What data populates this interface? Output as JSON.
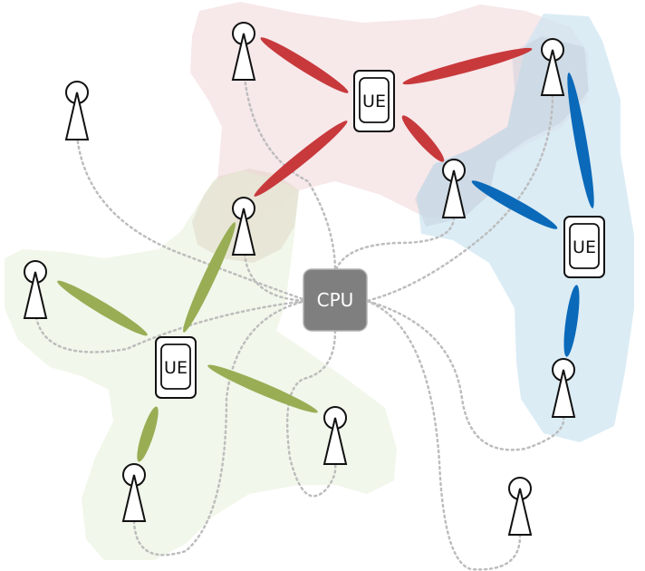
{
  "cpu": {
    "label": "CPU",
    "fill": "#7f7f7f"
  },
  "user_equipment": [
    {
      "id": "ue-red",
      "label": "UE",
      "cluster": "red"
    },
    {
      "id": "ue-blue",
      "label": "UE",
      "cluster": "blue"
    },
    {
      "id": "ue-green",
      "label": "UE",
      "cluster": "green"
    }
  ],
  "access_points": {
    "count": 10
  },
  "colors": {
    "red_cluster": "#f3dcdf",
    "red_beam": "#c8393c",
    "blue_cluster": "#cfe6f1",
    "blue_beam": "#0a69b9",
    "green_cluster": "#eef6e6",
    "green_beam": "#99ad55",
    "fronthaul_link": "#bdbdbd"
  }
}
